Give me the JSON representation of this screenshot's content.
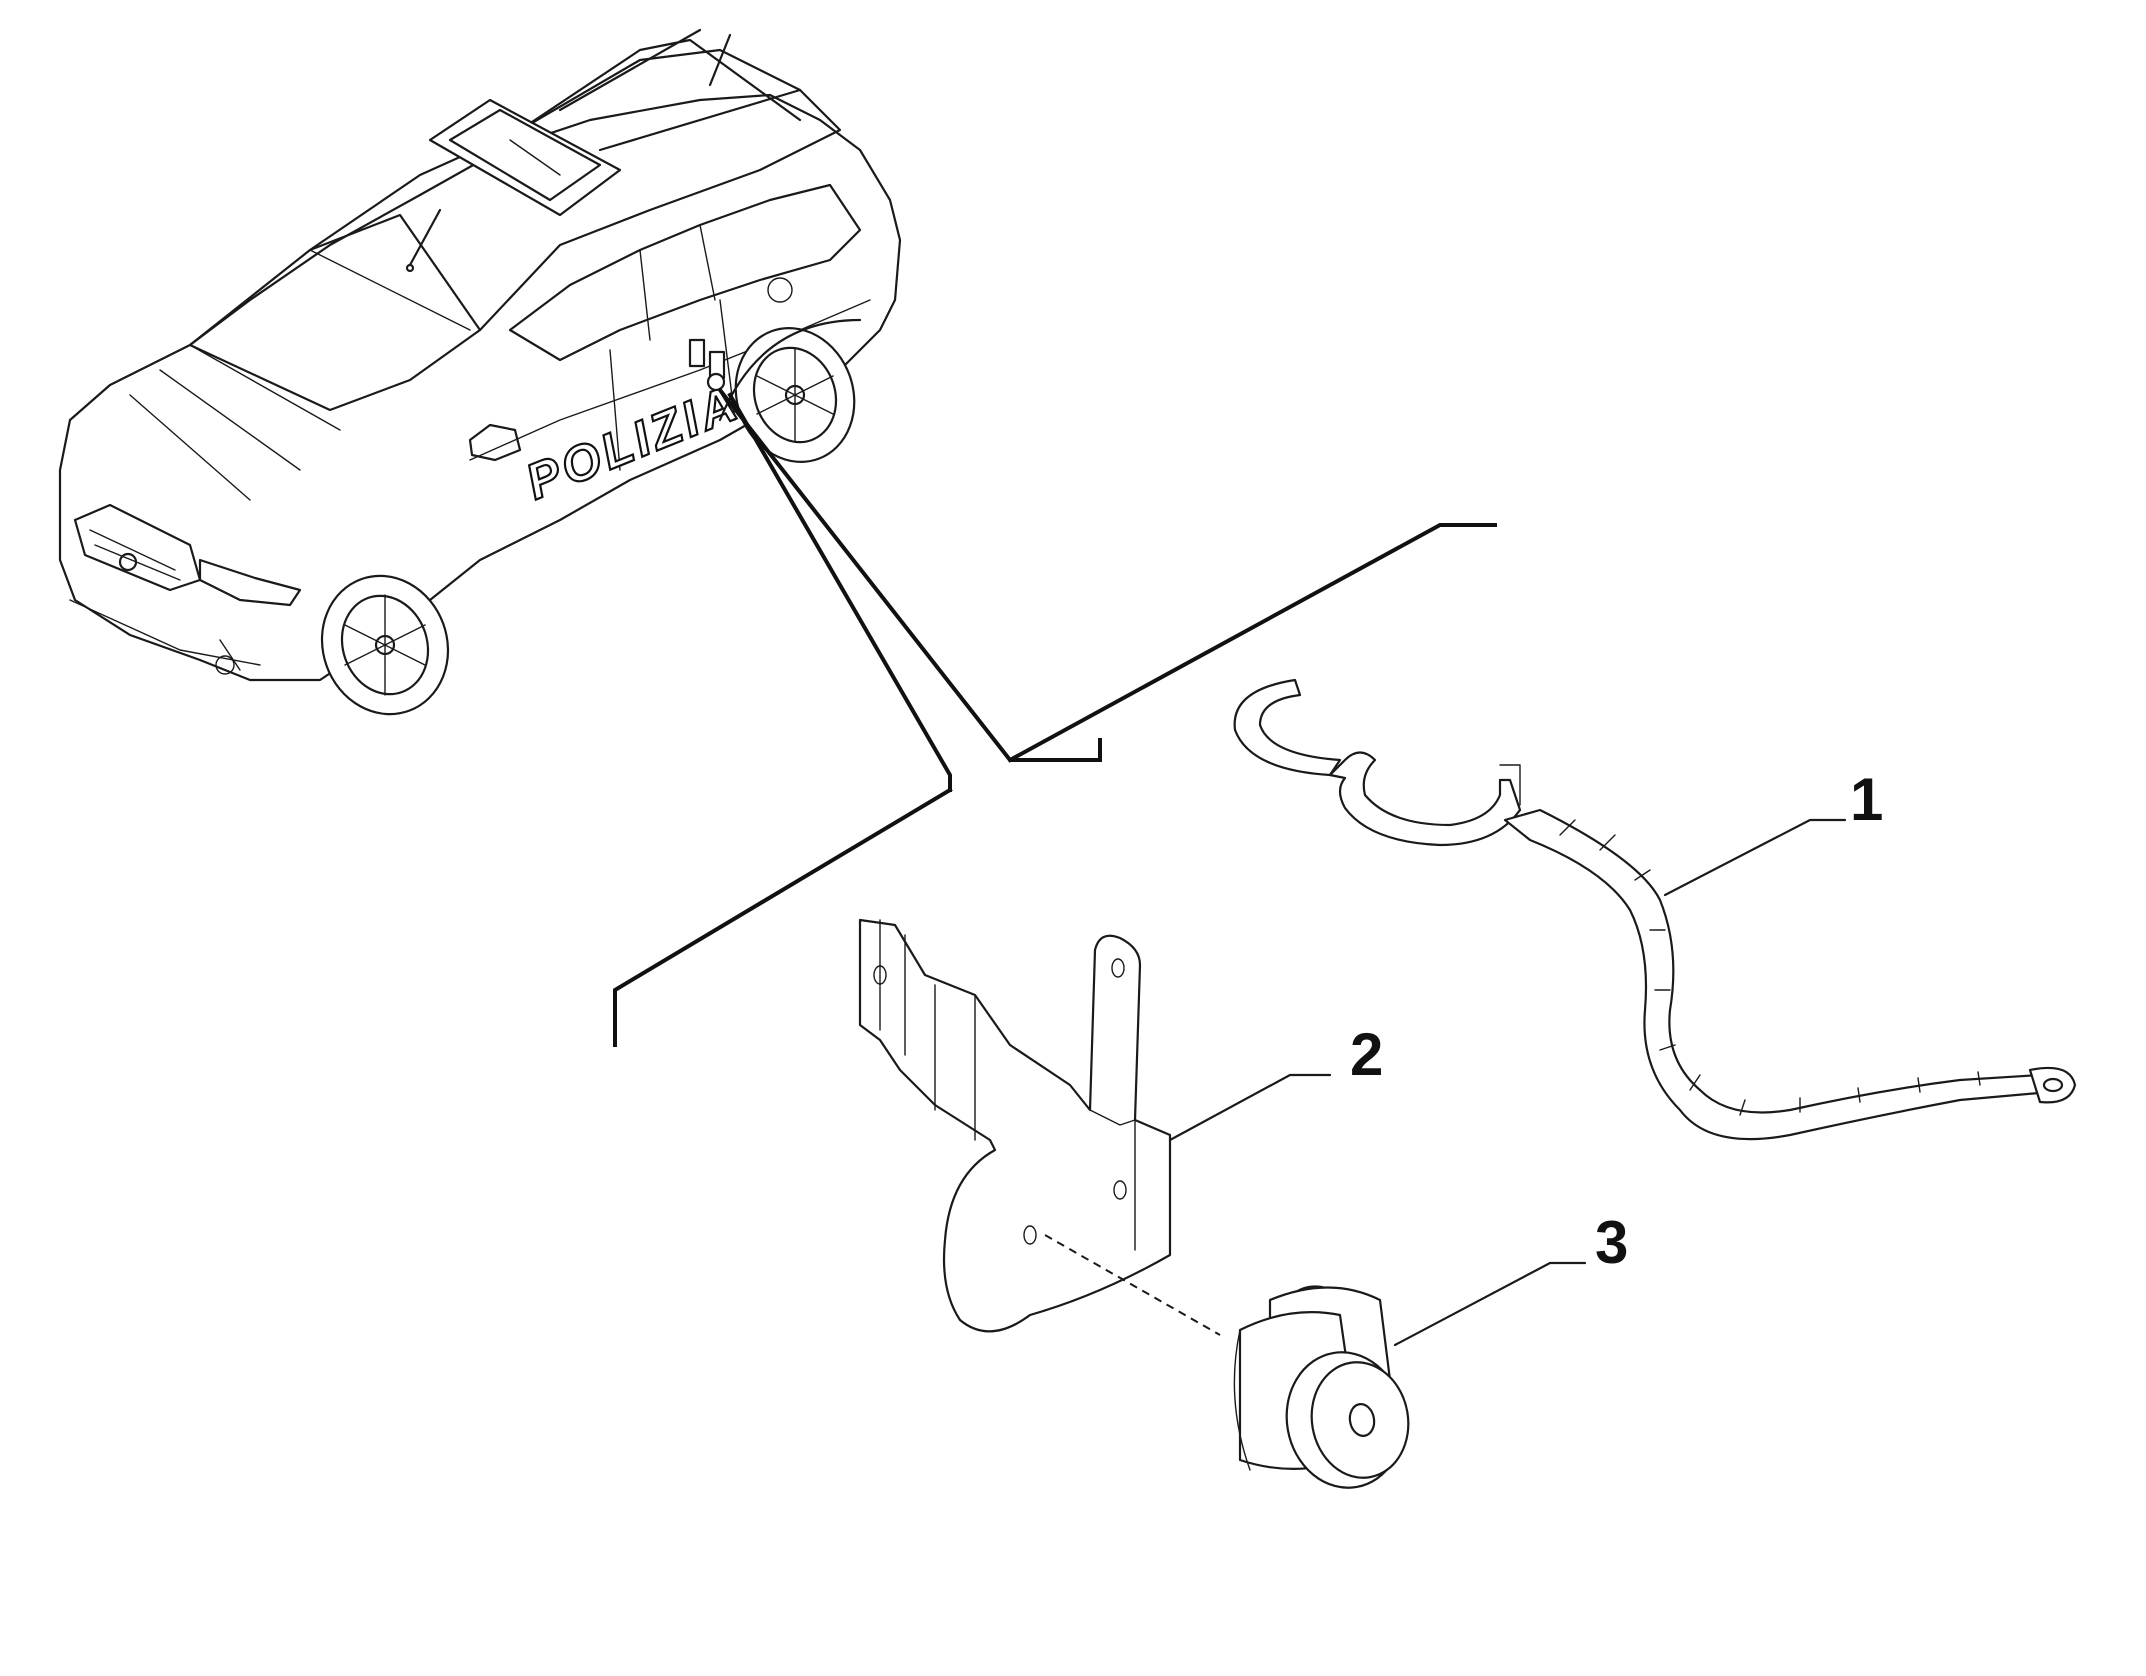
{
  "vehicle": {
    "door_marking": "POLIZIA",
    "icon": "police-suv-outline"
  },
  "callouts": [
    {
      "id": "1",
      "label": "1",
      "part": "ground-strap"
    },
    {
      "id": "2",
      "label": "2",
      "part": "mounting-bracket"
    },
    {
      "id": "3",
      "label": "3",
      "part": "rubber-grommet"
    }
  ],
  "colors": {
    "line": "#1a1a1a",
    "background": "#ffffff"
  }
}
